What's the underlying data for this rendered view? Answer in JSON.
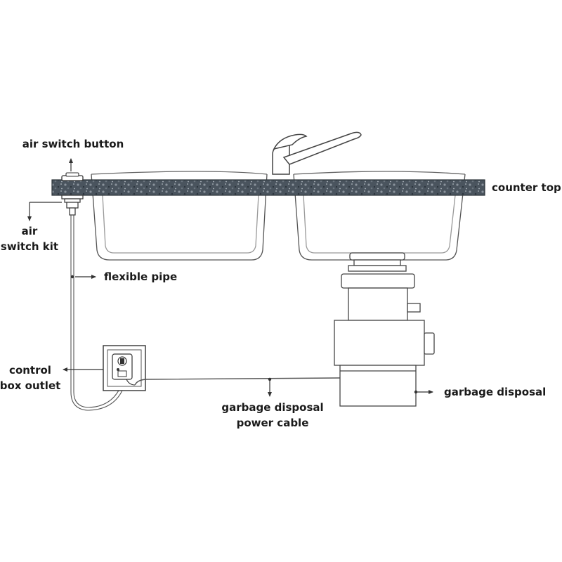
{
  "labels": {
    "air_switch_button": "air switch button",
    "counter_top": "counter top",
    "air_switch_kit_line1": "air",
    "air_switch_kit_line2": "switch kit",
    "flexible_pipe": "flexible pipe",
    "control_box_outlet_line1": "control",
    "control_box_outlet_line2": "box outlet",
    "garbage_disposal": "garbage disposal",
    "power_cable_line1": "garbage disposal",
    "power_cable_line2": "power cable"
  },
  "colors": {
    "line": "#444444",
    "counter_dark": "#3c4650",
    "counter_light": "#7d8790",
    "text": "#1a1a1a"
  }
}
